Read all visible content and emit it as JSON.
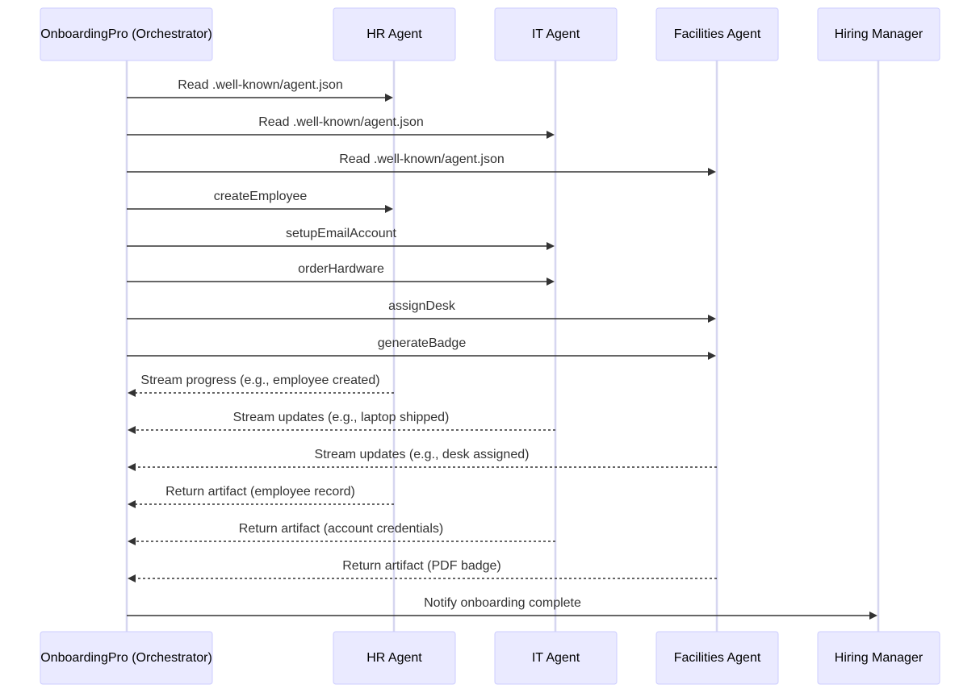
{
  "diagram": {
    "type": "sequence",
    "participants": [
      {
        "id": "orch",
        "label": "OnboardingPro (Orchestrator)"
      },
      {
        "id": "hr",
        "label": "HR Agent"
      },
      {
        "id": "it",
        "label": "IT Agent"
      },
      {
        "id": "fac",
        "label": "Facilities Agent"
      },
      {
        "id": "mgr",
        "label": "Hiring Manager"
      }
    ],
    "messages": [
      {
        "from": "orch",
        "to": "hr",
        "label": "Read .well-known/agent.json",
        "style": "solid"
      },
      {
        "from": "orch",
        "to": "it",
        "label": "Read .well-known/agent.json",
        "style": "solid"
      },
      {
        "from": "orch",
        "to": "fac",
        "label": "Read .well-known/agent.json",
        "style": "solid"
      },
      {
        "from": "orch",
        "to": "hr",
        "label": "createEmployee",
        "style": "solid"
      },
      {
        "from": "orch",
        "to": "it",
        "label": "setupEmailAccount",
        "style": "solid"
      },
      {
        "from": "orch",
        "to": "it",
        "label": "orderHardware",
        "style": "solid"
      },
      {
        "from": "orch",
        "to": "fac",
        "label": "assignDesk",
        "style": "solid"
      },
      {
        "from": "orch",
        "to": "fac",
        "label": "generateBadge",
        "style": "solid"
      },
      {
        "from": "hr",
        "to": "orch",
        "label": "Stream progress (e.g., employee created)",
        "style": "dashed"
      },
      {
        "from": "it",
        "to": "orch",
        "label": "Stream updates (e.g., laptop shipped)",
        "style": "dashed"
      },
      {
        "from": "fac",
        "to": "orch",
        "label": "Stream updates (e.g., desk assigned)",
        "style": "dashed"
      },
      {
        "from": "hr",
        "to": "orch",
        "label": "Return artifact (employee record)",
        "style": "dashed"
      },
      {
        "from": "it",
        "to": "orch",
        "label": "Return artifact (account credentials)",
        "style": "dashed"
      },
      {
        "from": "fac",
        "to": "orch",
        "label": "Return artifact (PDF badge)",
        "style": "dashed"
      },
      {
        "from": "orch",
        "to": "mgr",
        "label": "Notify onboarding complete",
        "style": "solid"
      }
    ]
  }
}
